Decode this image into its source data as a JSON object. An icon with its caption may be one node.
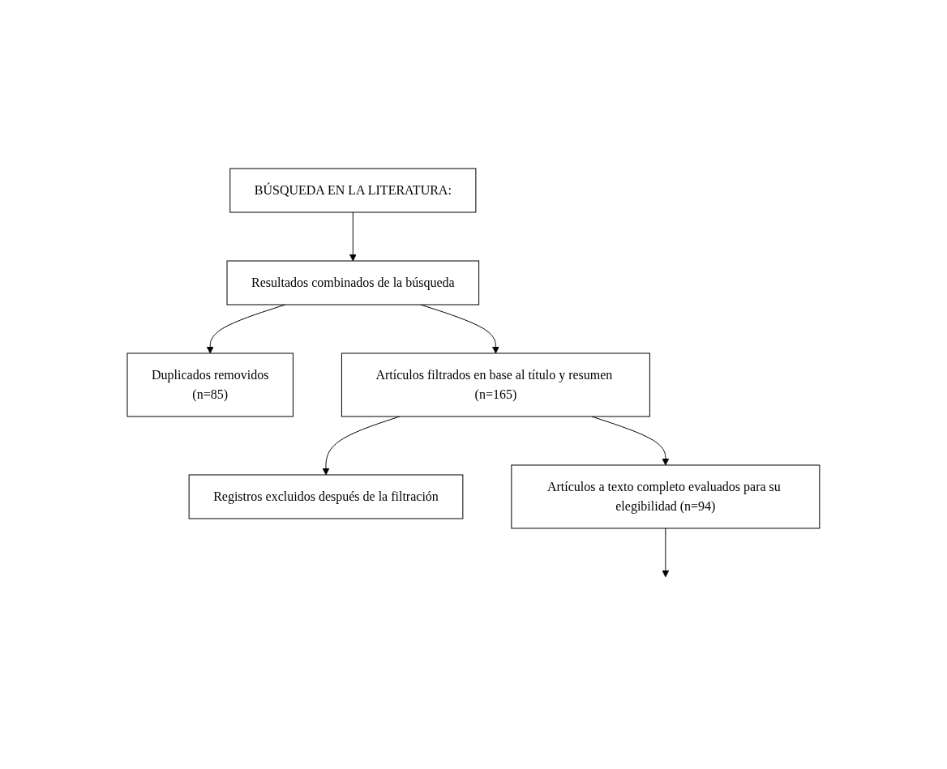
{
  "diagram": {
    "nodes": [
      {
        "text": [
          "BÚSQUEDA EN LA LITERATURA:"
        ]
      },
      {
        "text": [
          "Resultados combinados de la búsqueda"
        ]
      },
      {
        "text": [
          "Duplicados removidos",
          "(n=85)"
        ]
      },
      {
        "text": [
          "Artículos filtrados en base al título y resumen (n=165)"
        ]
      },
      {
        "text": [
          "Registros excluidos después de la filtración"
        ]
      },
      {
        "text": [
          "Artículos a texto completo evaluados para su elegibilidad (n=94)"
        ]
      }
    ],
    "edges": [
      {
        "from": 0,
        "to": 1,
        "arrow": "to"
      },
      {
        "from": 1,
        "to": 2,
        "arrow": "to"
      },
      {
        "from": 1,
        "to": 3,
        "arrow": "to"
      },
      {
        "from": 3,
        "to": 4,
        "arrow": "to"
      },
      {
        "from": 3,
        "to": 5,
        "arrow": "to"
      },
      {
        "from": 5,
        "to": null,
        "arrow": "to"
      }
    ]
  }
}
